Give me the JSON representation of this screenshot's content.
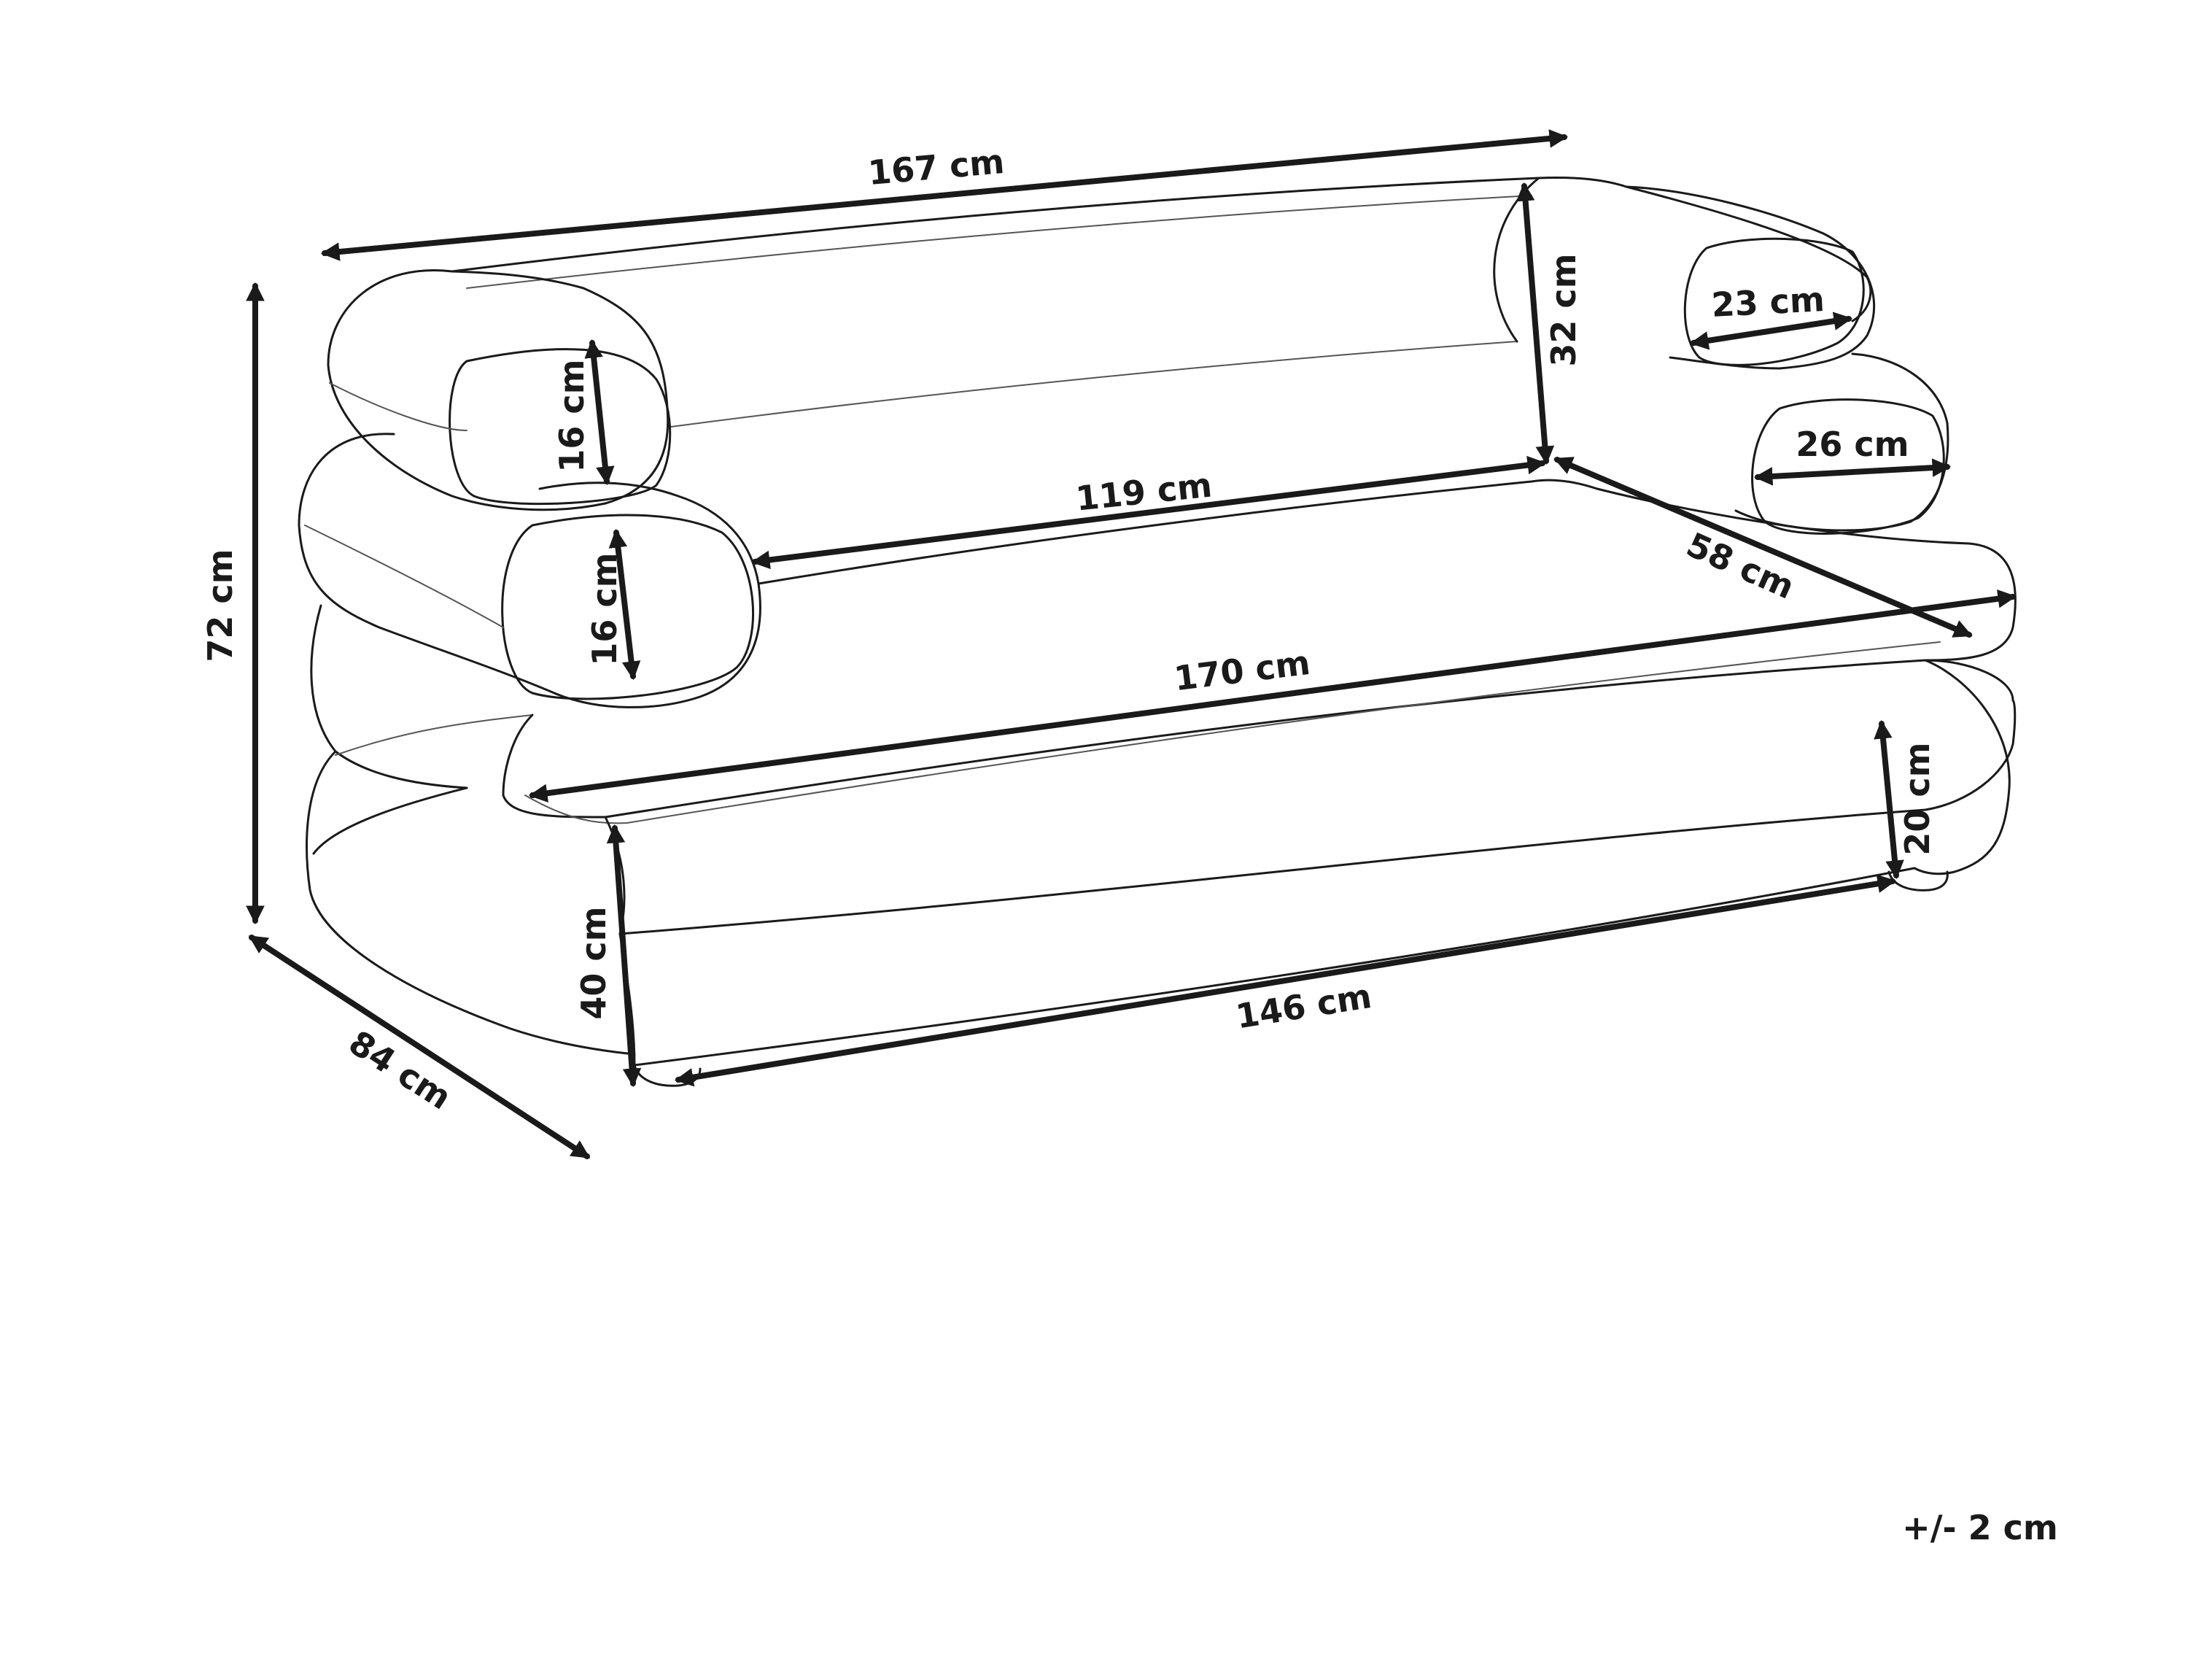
{
  "diagram": {
    "colors": {
      "line": "#1a1a1a",
      "background": "#ffffff"
    },
    "measurements": {
      "overall_width_top": "167 cm",
      "overall_height": "72 cm",
      "overall_depth": "84 cm",
      "backrest_height": "32 cm",
      "left_back_armrest_height": "16 cm",
      "left_front_armrest_height": "16 cm",
      "right_back_armrest_width": "23 cm",
      "right_front_armrest_width": "26 cm",
      "seat_width_between_arms": "119 cm",
      "seat_depth": "58 cm",
      "seat_cushion_width": "170 cm",
      "seat_cushion_height": "20 cm",
      "seat_height": "40 cm",
      "base_width": "146 cm"
    },
    "tolerance": "+/- 2 cm"
  }
}
